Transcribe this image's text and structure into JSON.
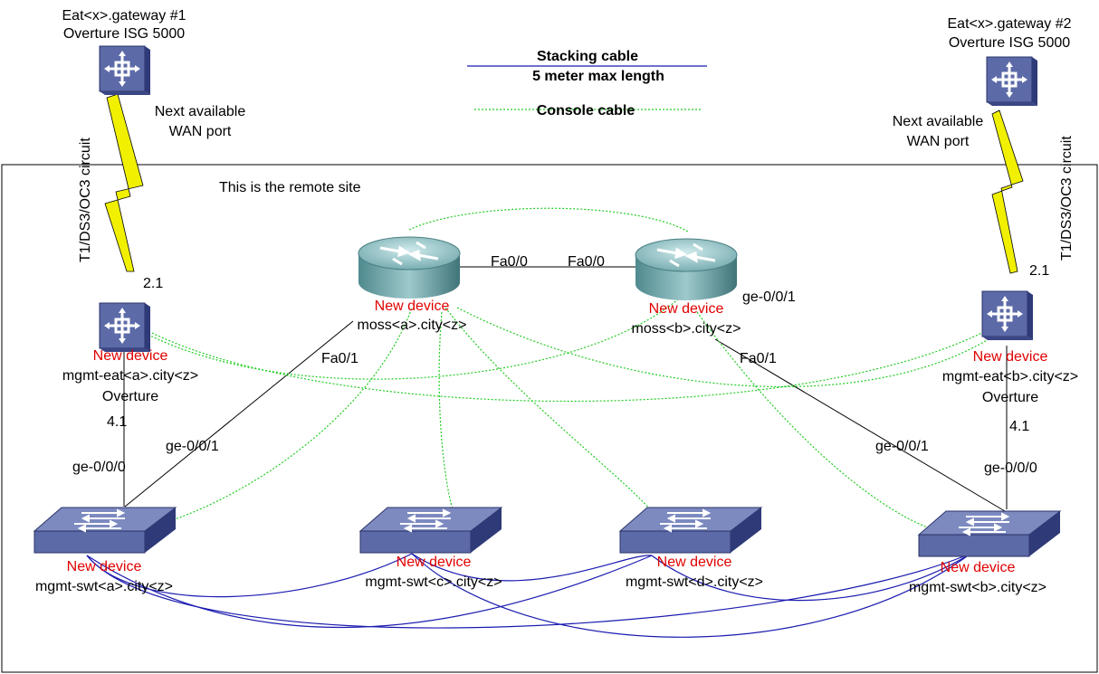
{
  "colors": {
    "stacking_cable": "#1a1ab0",
    "console_cable": "#22cc22",
    "circuit_bolt": "#f0f000",
    "new_device_text": "#e00000",
    "device_face": "#5c6aa8"
  },
  "legend": {
    "stacking_title": "Stacking cable",
    "stacking_sub": "5 meter max length",
    "console": "Console cable"
  },
  "site_label": "This is the remote site",
  "gateways": [
    {
      "name": "Eat<x>.gateway #1",
      "model": "Overture ISG 5000",
      "port": "Next available",
      "port2": "WAN port",
      "circuit": "T1/DS3/OC3 circuit"
    },
    {
      "name": "Eat<x>.gateway #2",
      "model": "Overture ISG 5000",
      "port": "Next available",
      "port2": "WAN port",
      "circuit": "T1/DS3/OC3 circuit"
    }
  ],
  "eats": [
    {
      "tag": "New device",
      "name": "mgmt-eat<a>.city<z>",
      "model": "Overture",
      "up_port": "2.1",
      "down_port": "4.1",
      "sw_port": "ge-0/0/0"
    },
    {
      "tag": "New device",
      "name": "mgmt-eat<b>.city<z>",
      "model": "Overture",
      "up_port": "2.1",
      "down_port": "4.1",
      "sw_port": "ge-0/0/0"
    }
  ],
  "routers": [
    {
      "tag": "New device",
      "name": "moss<a>.city<z>",
      "peer_port": "Fa0/0",
      "down_port": "Fa0/1"
    },
    {
      "tag": "New device",
      "name": "moss<b>.city<z>",
      "peer_port": "Fa0/0",
      "down_port": "Fa0/1",
      "extra_port": "ge-0/0/1"
    }
  ],
  "switches": [
    {
      "tag": "New device",
      "name": "mgmt-swt<a>.city<z>",
      "port": "ge-0/0/1"
    },
    {
      "tag": "New device",
      "name": "mgmt-swt<c>.city<z>"
    },
    {
      "tag": "New device",
      "name": "mgmt-swt<d>.city<z>"
    },
    {
      "tag": "New device",
      "name": "mgmt-swt<b>.city<z>",
      "port": "ge-0/0/1"
    }
  ]
}
